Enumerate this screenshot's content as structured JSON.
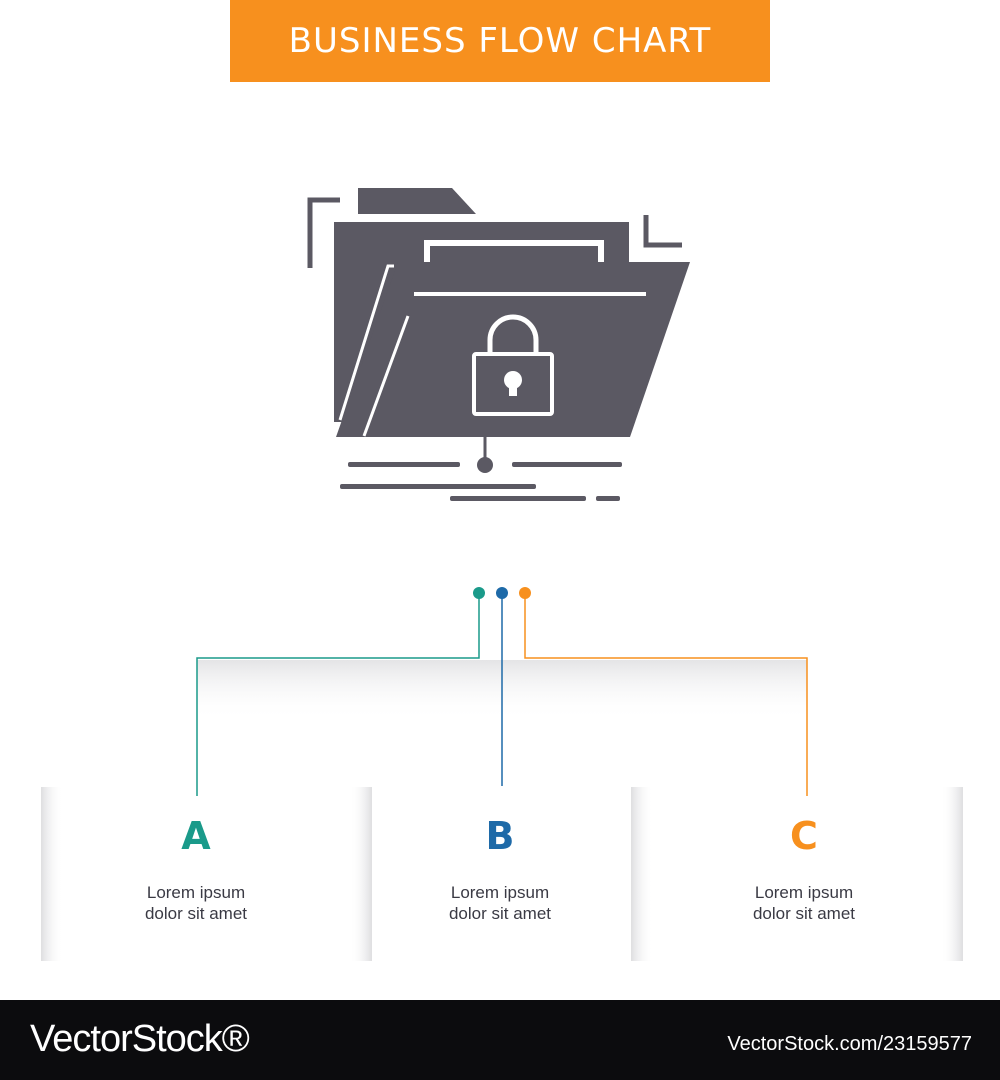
{
  "header": {
    "title": "BUSINESS FLOW CHART"
  },
  "colors": {
    "banner": "#f7901e",
    "icon": "#5b5963",
    "step_a": "#1a9a8a",
    "step_b": "#1e6aa8",
    "step_c": "#f7901e",
    "footer": "#0c0c0e"
  },
  "icon": {
    "name": "locked-folder-icon"
  },
  "steps": [
    {
      "letter": "A",
      "text_line1": "Lorem ipsum",
      "text_line2": "dolor sit amet"
    },
    {
      "letter": "B",
      "text_line1": "Lorem ipsum",
      "text_line2": "dolor sit amet"
    },
    {
      "letter": "C",
      "text_line1": "Lorem ipsum",
      "text_line2": "dolor sit amet"
    }
  ],
  "footer": {
    "logo": "VectorStock®",
    "image_id": "VectorStock.com/23159577"
  }
}
